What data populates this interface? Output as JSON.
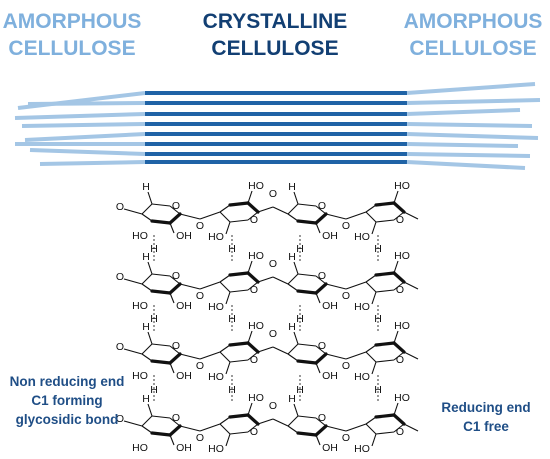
{
  "header": {
    "left_line1": "AMORPHOUS",
    "left_line2": "CELLULOSE",
    "center_line1": "CRYSTALLINE",
    "center_line2": "CELLULOSE",
    "right_line1": "AMORPHOUS",
    "right_line2": "CELLULOSE"
  },
  "annotations": {
    "left_line1": "Non reducing end",
    "left_line2": "C1 forming",
    "left_line3": "glycosidic bond",
    "right_line1": "Reducing end",
    "right_line2": "C1 free"
  },
  "atom_labels": {
    "H": "H",
    "O": "O",
    "HO": "HO",
    "OH": "OH"
  },
  "colors": {
    "amorphous": "#a4c6e5",
    "crystalline": "#1f63a6",
    "amorphous_text": "#7fb0dd",
    "crystalline_text": "#123f73",
    "annotation_text": "#1f4e86",
    "structure": "#111111"
  }
}
